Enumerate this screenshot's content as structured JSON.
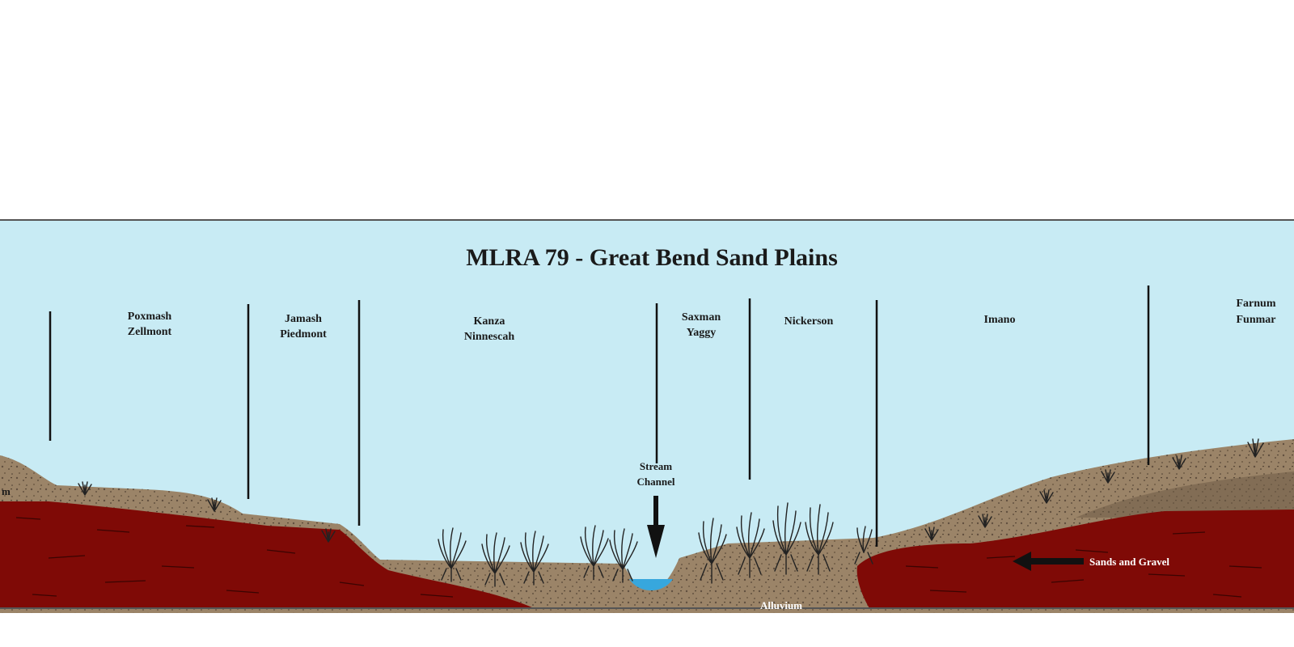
{
  "title": "MLRA 79 - Great Bend Sand Plains",
  "soil_series": [
    {
      "line1": "Poxmash",
      "line2": "Zellmont"
    },
    {
      "line1": "Jamash",
      "line2": "Piedmont"
    },
    {
      "line1": "Kanza",
      "line2": "Ninnescah"
    },
    {
      "line1": "Saxman",
      "line2": "Yaggy"
    },
    {
      "line1": "Nickerson",
      "line2": ""
    },
    {
      "line1": "Imano",
      "line2": ""
    },
    {
      "line1": "Farnum",
      "line2": "Funmar"
    }
  ],
  "partial_left_label": "m",
  "annotations": {
    "stream_line1": "Stream",
    "stream_line2": "Channel",
    "sands_gravel": "Sands and Gravel",
    "alluvium": "Alluvium"
  },
  "colors": {
    "sky": "#c8ebf4",
    "bedrock": "#7f0a06",
    "soil": "#9b8468",
    "water": "#37a7dd",
    "frame": "#555555"
  }
}
